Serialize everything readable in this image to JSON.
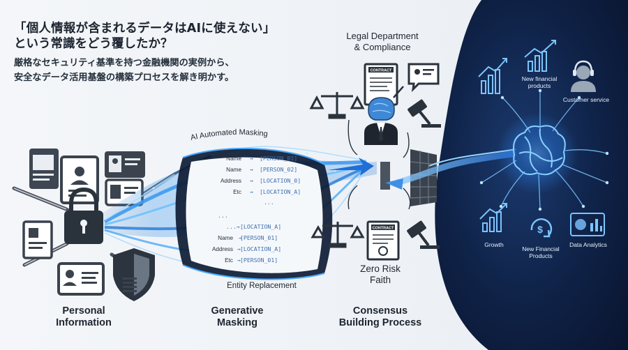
{
  "headline": {
    "title_line1": "「個人情報が含まれるデータはAIに使えない」",
    "title_line2": "という常識をどう覆したか？",
    "subtitle_line1": "厳格なセキュリティ基準を持つ金融機関の実例から、",
    "subtitle_line2": "安全なデータ活用基盤の構築プロセスを解き明かす。"
  },
  "masking": {
    "title": "AI Automated Masking",
    "top_rows": [
      {
        "label": "Name",
        "value": "[PERSON_01]"
      },
      {
        "label": "Name",
        "value": "[PERSON_02]"
      },
      {
        "label": "Address",
        "value": "[LOCATION_0]"
      },
      {
        "label": "Etc",
        "value": "[LOCATION_A]"
      }
    ],
    "bottom_rows": [
      {
        "label": "",
        "value": "[LOCATION_A]"
      },
      {
        "label": "Name",
        "value": "[PERSON_01]"
      },
      {
        "label": "Address",
        "value": "[LOCATION_A]"
      },
      {
        "label": "Etc",
        "value": "[PERSON_01]"
      }
    ],
    "ellipsis": "...",
    "bottom_title": "Entity Replacement"
  },
  "legal": {
    "line1": "Legal Department",
    "line2": "& Compliance",
    "contract": "CONTRACT"
  },
  "zero_risk": {
    "line1": "Zero Risk",
    "line2": "Faith"
  },
  "stages": {
    "personal": {
      "line1": "Personal",
      "line2": "Information"
    },
    "generative": {
      "line1": "Generative",
      "line2": "Masking"
    },
    "consensus": {
      "line1": "Consensus",
      "line2": "Building Process"
    }
  },
  "outcomes": {
    "new_financial_top": {
      "line1": "New financial",
      "line2": "products"
    },
    "customer_service": "Customer service",
    "growth": "Growth",
    "new_financial_bottom": {
      "line1": "New Financial",
      "line2": "Products"
    },
    "data_analytics": "Data Analytics"
  },
  "colors": {
    "dark_panel": "#0d1a33",
    "glow": "#3fa2ff",
    "ink": "#2a323c"
  }
}
